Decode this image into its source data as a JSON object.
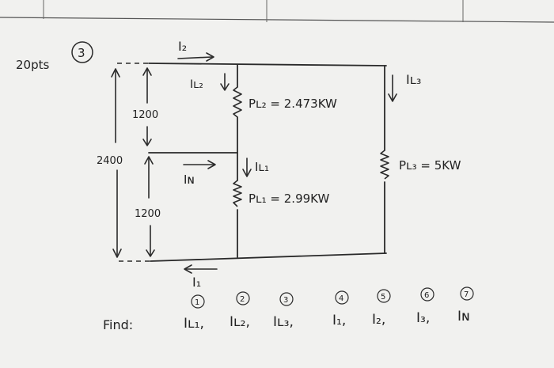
{
  "header": {
    "points": "20pts",
    "problem_number": "3"
  },
  "voltages": {
    "upper": "1200",
    "lower": "1200",
    "total": "2400"
  },
  "currents": {
    "I2": "I₂",
    "IL2": "Iʟ₂",
    "IL3": "Iʟ₃",
    "IN": "Iɴ",
    "IL1": "Iʟ₁",
    "I1": "I₁"
  },
  "loads": {
    "L2": "Pʟ₂ = 2.473KW",
    "L1": "Pʟ₁ = 2.99KW",
    "L3": "Pʟ₃ = 5KW"
  },
  "find": {
    "label": "Find:",
    "items": [
      {
        "num": "1",
        "text": "Iʟ₁,"
      },
      {
        "num": "2",
        "text": "Iʟ₂,"
      },
      {
        "num": "3",
        "text": "Iʟ₃,"
      },
      {
        "num": "4",
        "text": "I₁,"
      },
      {
        "num": "5",
        "text": "I₂,"
      },
      {
        "num": "6",
        "text": "I₃,"
      },
      {
        "num": "7",
        "text": "Iɴ"
      }
    ]
  }
}
